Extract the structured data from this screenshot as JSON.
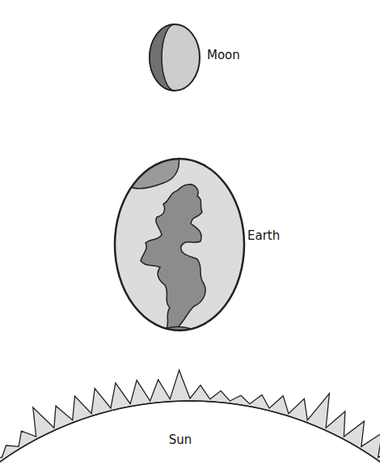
{
  "diagram": {
    "nodes": [
      {
        "text": [
          "Moon"
        ]
      },
      {
        "text": [
          "Earth"
        ]
      },
      {
        "text": [
          "Sun"
        ]
      }
    ]
  }
}
